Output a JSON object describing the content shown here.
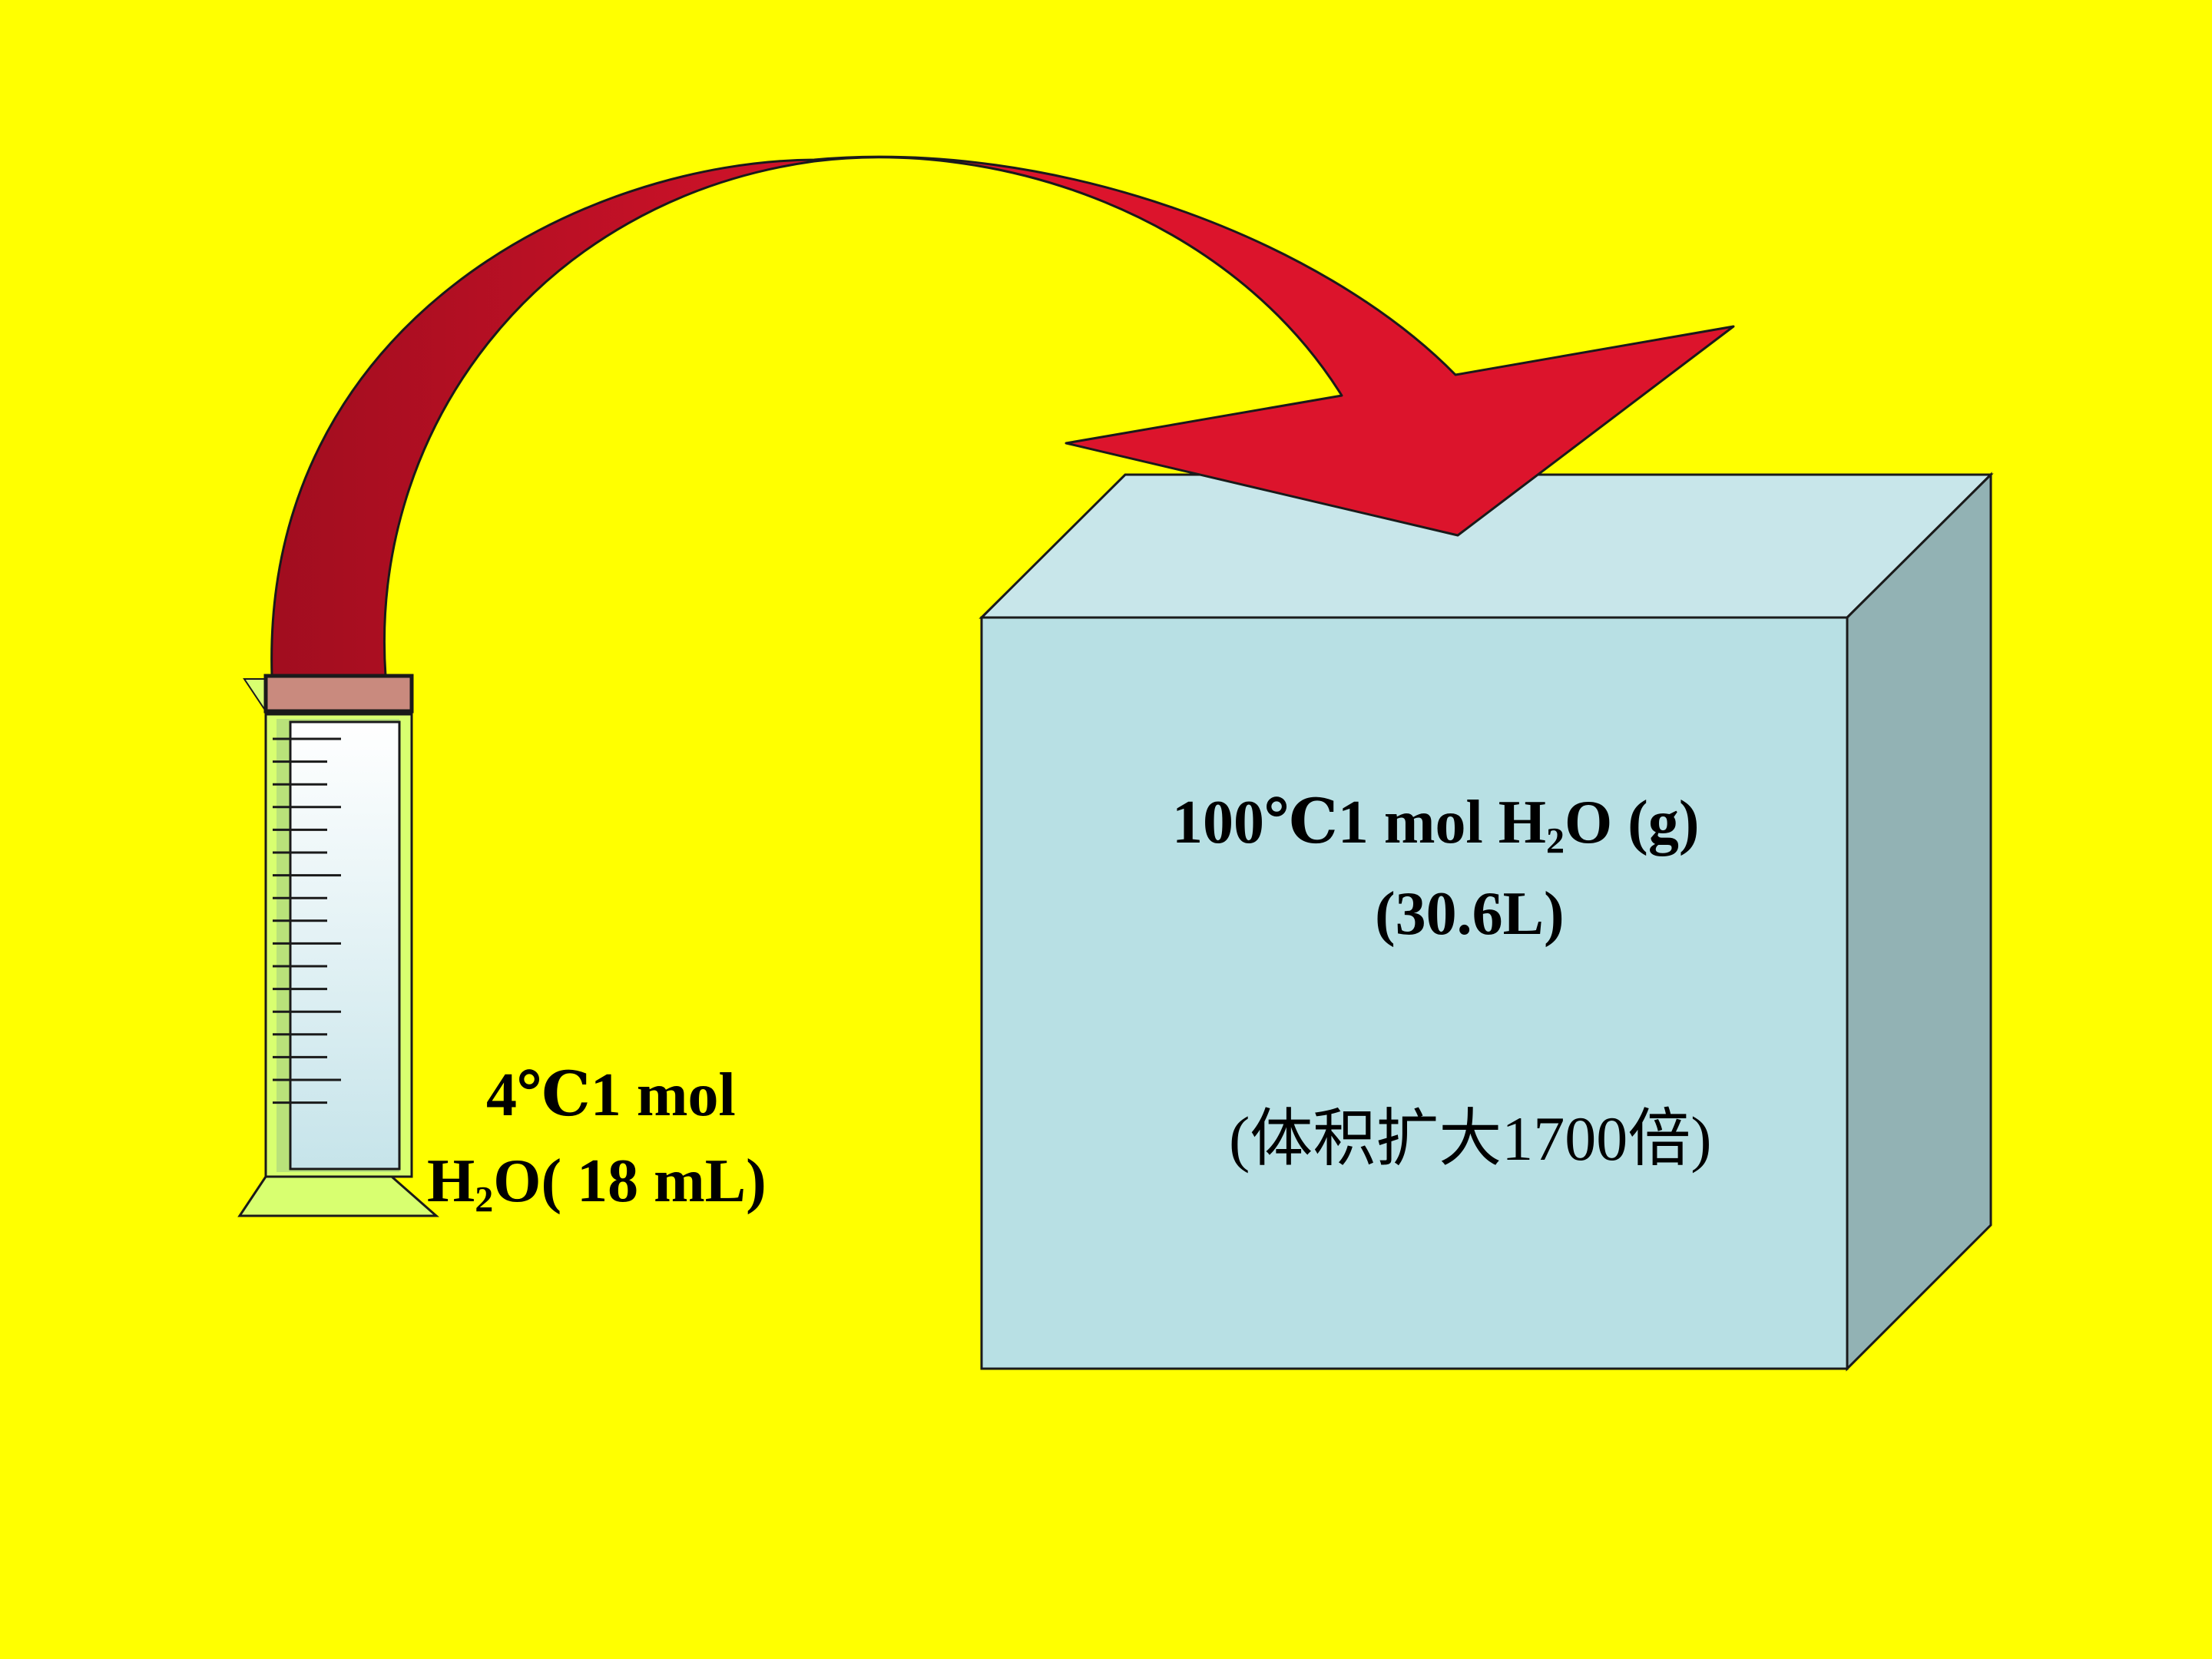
{
  "colors": {
    "background": "#ffff00",
    "arrow": "#dc142c",
    "arrow_shadow": "#a10d1f",
    "cube_front": "#b8e0e4",
    "cube_top": "#c8e6ea",
    "cube_side": "#92b2b4",
    "cylinder_base": "#d8ff70",
    "cylinder_liquid": "#c6e4ea",
    "cylinder_rim": "#c98a7e"
  },
  "gas_label": {
    "line1_prefix": "100℃1 mol H",
    "line1_sub": "2",
    "line1_suffix": "O  (g)",
    "line2": "(30.6L)"
  },
  "ratio_note": "(体积扩大1700倍)",
  "liquid_label": {
    "line1": "4℃1 mol",
    "line2_prefix": "H",
    "line2_sub": "2",
    "line2_suffix": "O( 18 mL)"
  },
  "icons": {
    "cylinder": "graduated-cylinder-icon",
    "arrow": "curved-arrow-icon",
    "cube": "gas-volume-cube"
  }
}
